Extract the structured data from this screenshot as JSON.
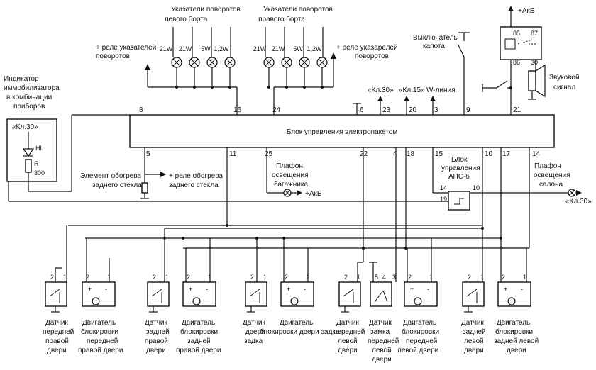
{
  "main_unit": "Блок управления электропакетом",
  "lamps_left": {
    "title": [
      "Указатели поворотов",
      "левого борта"
    ],
    "watts": [
      "21W",
      "21W",
      "5W",
      "1,2W"
    ]
  },
  "lamps_right": {
    "title": [
      "Указатели поворотов",
      "правого борта"
    ],
    "watts": [
      "21W",
      "21W",
      "5W",
      "1,2W"
    ]
  },
  "relay_left_label": [
    "+ реле указателей",
    "поворотов"
  ],
  "relay_right_label": [
    "+ реле указарелей",
    "поворотов"
  ],
  "hood_switch": [
    "Выключатель",
    "капота"
  ],
  "battery_top": "+АкБ",
  "relay_pins": [
    "85",
    "87",
    "86",
    "30"
  ],
  "horn": [
    "Звуковой",
    "сигнал"
  ],
  "immo_indicator": [
    "Индикатор",
    "иммобилизатора",
    "в комбинации",
    "приборов"
  ],
  "kl30_immo": "«Кл.30»",
  "led": {
    "hl": "HL",
    "r": "R",
    "r_val": "300"
  },
  "top_signals": {
    "kl30": "«Кл.30»",
    "kl15": "«Кл.15»",
    "wline": "W-линия"
  },
  "top_pins": [
    "8",
    "16",
    "24",
    "6",
    "23",
    "20",
    "3",
    "9",
    "21"
  ],
  "bottom_pins": [
    "5",
    "11",
    "25",
    "22",
    "4",
    "18",
    "15",
    "10",
    "17",
    "14"
  ],
  "rear_heater": {
    "label": [
      "Элемент обогрева",
      "заднего стекла"
    ],
    "relay": [
      "+ реле обогрева",
      "заднего стекла"
    ]
  },
  "trunk_lamp": {
    "label": [
      "Плафон",
      "освещения",
      "багажника"
    ],
    "bat": "+АкБ"
  },
  "aps": {
    "label": [
      "Блок",
      "управления",
      "АПС-6"
    ],
    "pins": [
      "14",
      "10",
      "19"
    ]
  },
  "cabin_lamp": {
    "label": [
      "Плафон",
      "освещения",
      "салона"
    ],
    "kl30": "«Кл.30»"
  },
  "sensors": [
    {
      "label": [
        "Датчик",
        "передней",
        "правой",
        "двери"
      ]
    },
    {
      "label": [
        "Датчик",
        "задней",
        "правой",
        "двери"
      ]
    },
    {
      "label": [
        "Датчик",
        "двери",
        "задка"
      ]
    },
    {
      "label": [
        "Датчик",
        "передней",
        "левой",
        "двери"
      ]
    },
    {
      "label": [
        "Датчик",
        "замка",
        "передней",
        "левой",
        "двери"
      ]
    },
    {
      "label": [
        "Датчик",
        "задней",
        "левой",
        "двери"
      ]
    }
  ],
  "motors": [
    {
      "label": [
        "Двигатель",
        "блокировки",
        "передней",
        "правой двери"
      ]
    },
    {
      "label": [
        "Двигатель",
        "блокировки",
        "задней",
        "правой двери"
      ]
    },
    {
      "label": [
        "Двигатель",
        "блокировки двери задка"
      ]
    },
    {
      "label": [
        "Двигатель",
        "блокировки",
        "передней",
        "левой двери"
      ]
    },
    {
      "label": [
        "Двигатель",
        "блокировки",
        "задней левой",
        "двери"
      ]
    }
  ],
  "connector_pins": {
    "one": "1",
    "two": "2",
    "three": "3",
    "four": "4",
    "five": "5"
  },
  "motor_symbol": {
    "plus": "+",
    "minus": "-"
  }
}
